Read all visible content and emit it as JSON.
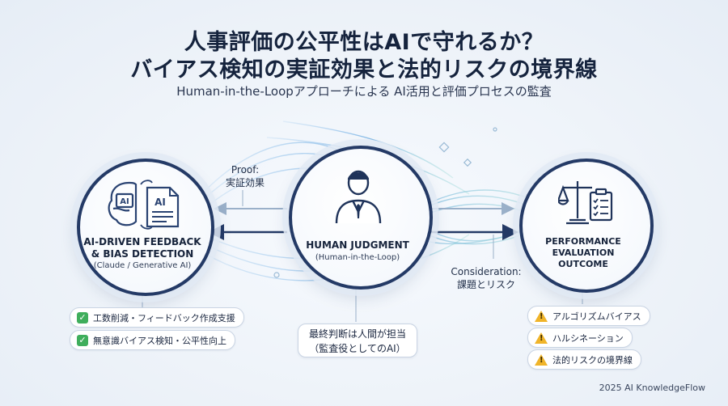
{
  "header": {
    "title_line1": "人事評価の公平性はAIで守れるか？",
    "title_line2": "バイアス検知の実証効果と法的リスクの境界線",
    "subtitle": "Human-in-the-Loopアプローチによる AI活用と評価プロセスの監査"
  },
  "left_node": {
    "icon_left_text": "AI",
    "icon_doc_text": "AI",
    "title_line1": "AI-DRIVEN FEEDBACK",
    "title_line2": "& BIAS DETECTION",
    "subtitle": "(Claude / Generative AI)",
    "benefits": [
      "工数削減・フィードバック作成支援",
      "無意識バイアス検知・公平性向上"
    ]
  },
  "center_node": {
    "title": "HUMAN JUDGMENT",
    "subtitle": "(Human-in-the-Loop)",
    "note_line1": "最終判断は人間が担当",
    "note_line2": "（監査役としてのAI）"
  },
  "right_node": {
    "title_line1": "PERFORMANCE",
    "title_line2": "EVALUATION",
    "title_line3": "OUTCOME",
    "risks": [
      "アルゴリズムバイアス",
      "ハルシネーション",
      "法的リスクの境界線"
    ]
  },
  "connectors": {
    "proof_line1": "Proof:",
    "proof_line2": "実証効果",
    "consideration_line1": "Consideration:",
    "consideration_line2": "課題とリスク"
  },
  "footer": {
    "text": "2025 AI KnowledgeFlow"
  },
  "colors": {
    "navy": "#243a66",
    "flow_blue": "#7fb6e6",
    "flow_teal": "#8fd6cf",
    "check_green": "#3fae5c",
    "warn_yellow": "#f0b429"
  }
}
